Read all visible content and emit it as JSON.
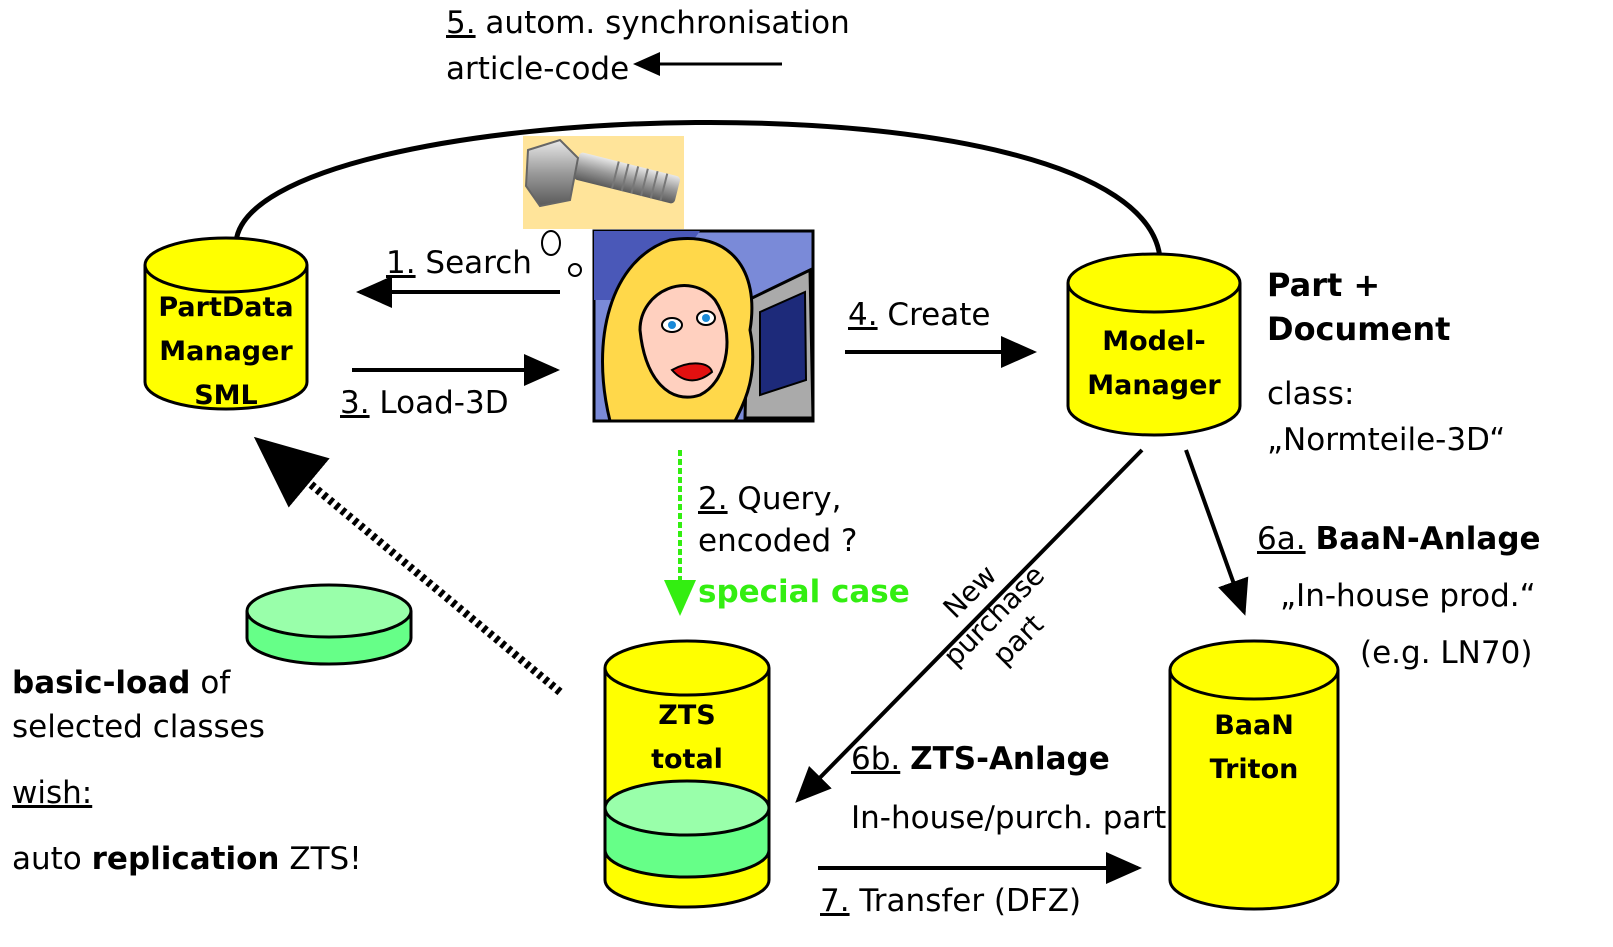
{
  "top": {
    "step5_num": "5.",
    "step5_text": " autom. synchronisation",
    "step5_line2": "article-code"
  },
  "cylinders": {
    "pdm": [
      "PartData",
      "Manager",
      "SML"
    ],
    "model": [
      "Model-",
      "Manager"
    ],
    "zts": [
      "ZTS",
      "total"
    ],
    "baan": [
      "BaaN",
      "Triton"
    ]
  },
  "arrows": {
    "step1_num": "1.",
    "step1_text": " Search",
    "step3_num": "3.",
    "step3_text": " Load-3D",
    "step4_num": "4.",
    "step4_text": " Create",
    "step2_num": "2.",
    "step2_text": " Query,",
    "step2_line2": "encoded ?",
    "special_case": "special case",
    "purchase_l1": "New",
    "purchase_l2": "purchase",
    "purchase_l3": "part",
    "step7_num": "7.",
    "step7_text": " Transfer (DFZ)"
  },
  "right": {
    "part_line1": "Part +",
    "part_line2": "Document",
    "class_label": "class:",
    "class_value": "„Normteile-3D“",
    "step6a_num": "6a.",
    "step6a_bold": "BaaN-Anlage",
    "step6a_sub1": "„In-house prod.“",
    "step6a_sub2": "(e.g. LN70)"
  },
  "bottom": {
    "step6b_num": "6b.",
    "step6b_bold": "ZTS-Anlage",
    "step6b_sub": "In-house/purch. part"
  },
  "left": {
    "basic_load_bold": "basic-load",
    "basic_load_rest": " of",
    "selected": "selected classes",
    "wish": "wish:",
    "auto": "auto ",
    "replication": "replication",
    "zts_end": " ZTS!"
  },
  "colors": {
    "cylinder_yellow": "#ffff00",
    "cylinder_green": "#66ff88",
    "special_green": "#33ee11"
  },
  "icons": [
    "bolt-image",
    "thought-bubble-icon",
    "woman-at-computer-image"
  ]
}
